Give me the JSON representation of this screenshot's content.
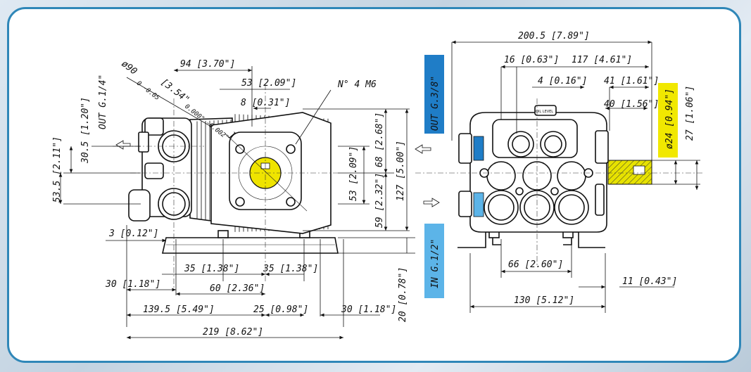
{
  "colors": {
    "frame": "#2f87b8",
    "port_blue": "#1f7dc7",
    "port_light_blue": "#5cb4e8",
    "yellow": "#f1e800",
    "shaft_fill": "#e7e200"
  },
  "labels": {
    "out_port_left": "OUT G.1/4\"",
    "flange_dia": "ø90 ",
    "flange_tol": "0 -0.05",
    "flange_dia_inch": "[3.54\" ",
    "flange_inch_tol": "0.000\" -0.002\"",
    "flange_close": "]",
    "bolts": "N° 4 M6",
    "oil_level": "OIL LEVEL",
    "out_port_right": "OUT G.3/8\"",
    "in_port_right": "IN G.1/2\"",
    "shaft_dia": "ø24 [0.94\"]"
  },
  "dimensions": {
    "d94": "94 [3.70\"]",
    "d53top": "53 [2.09\"]",
    "d8": "8 [0.31\"]",
    "d30_5": "30.5 [1.20\"]",
    "d53_5": "53.5 [2.11\"]",
    "d53v": "53 [2.09\"]",
    "d59": "59 [2.32\"]",
    "d68": "68 [2.68\"]",
    "d127": "127 [5.00\"]",
    "d3": "3 [0.12\"]",
    "d35a": "35 [1.38\"]",
    "d35b": "35 [1.38\"]",
    "d30a": "30 [1.18\"]",
    "d60": "60 [2.36\"]",
    "d139_5": "139.5 [5.49\"]",
    "d25": "25 [0.98\"]",
    "d30b": "30 [1.18\"]",
    "d20": "20 [0.78\"]",
    "d219": "219 [8.62\"]",
    "d200_5": "200.5 [7.89\"]",
    "d16": "16 [0.63\"]",
    "d117": "117 [4.61\"]",
    "d4": "4 [0.16\"]",
    "d41": "41 [1.61\"]",
    "d40": "40 [1.56\"]",
    "d27": "27 [1.06\"]",
    "d66": "66 [2.60\"]",
    "d11": "11 [0.43\"]",
    "d130": "130 [5.12\"]"
  }
}
